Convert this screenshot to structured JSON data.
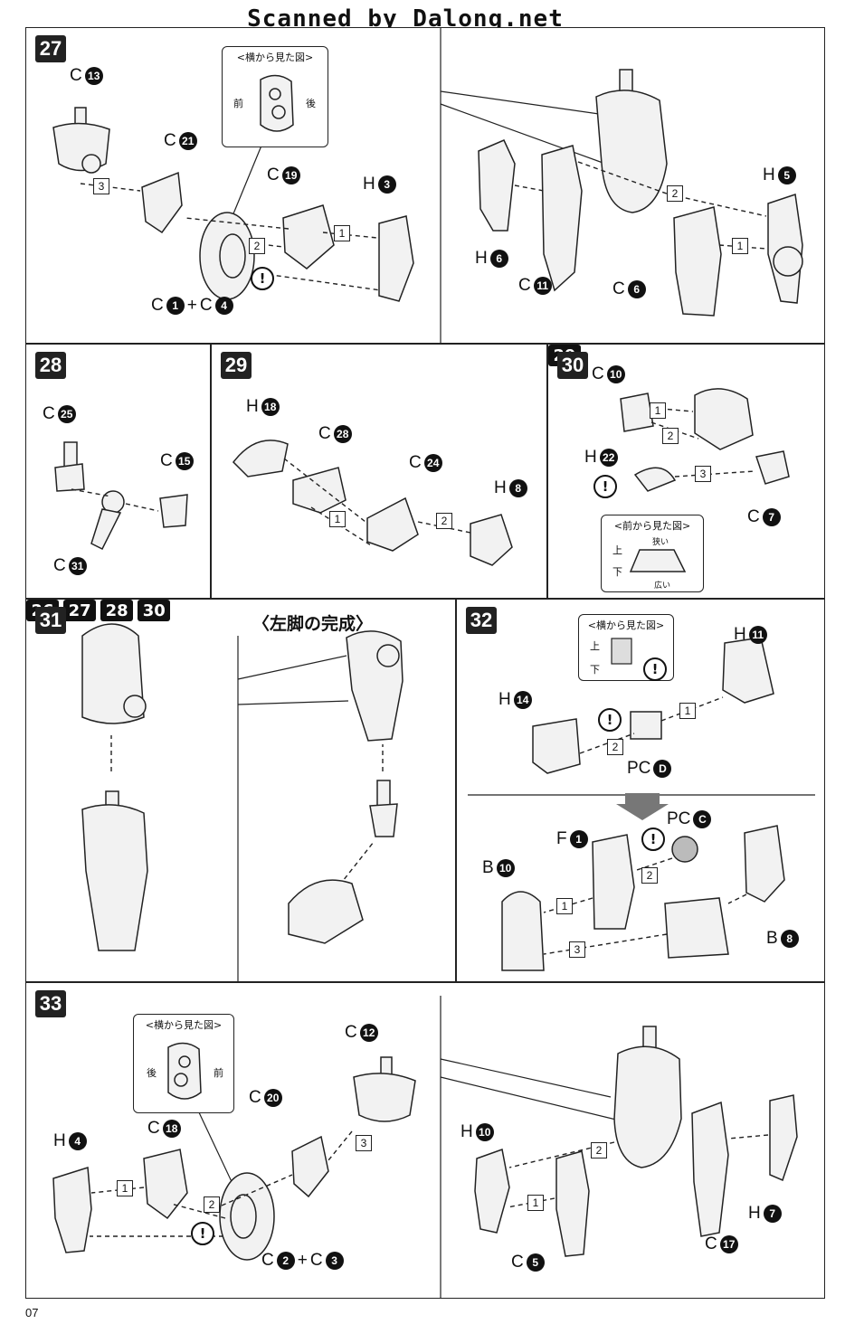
{
  "header": {
    "scan_credit": "Scanned by Dalong.net"
  },
  "page_number": "07",
  "insets": {
    "side_view": "<横から見た図>",
    "front_view": "<前から見た図>",
    "front": "前",
    "back": "後",
    "top": "上",
    "bottom": "下",
    "narrow": "狭い",
    "wide": "広い"
  },
  "steps": [
    {
      "id": "27",
      "labels": [
        {
          "runner": "C",
          "num": "13"
        },
        {
          "runner": "C",
          "num": "21"
        },
        {
          "runner": "C",
          "num": "19"
        },
        {
          "runner": "H",
          "num": "3"
        },
        {
          "runner": "C",
          "num": "1",
          "plus": "+",
          "runner2": "C",
          "num2": "4"
        },
        {
          "runner": "H",
          "num": "6"
        },
        {
          "runner": "C",
          "num": "11"
        },
        {
          "runner": "C",
          "num": "6"
        },
        {
          "runner": "H",
          "num": "5"
        }
      ],
      "order": [
        "1",
        "2",
        "3",
        "2",
        "1"
      ]
    },
    {
      "id": "28",
      "labels": [
        {
          "runner": "C",
          "num": "25"
        },
        {
          "runner": "C",
          "num": "15"
        },
        {
          "runner": "C",
          "num": "31"
        }
      ]
    },
    {
      "id": "29",
      "labels": [
        {
          "runner": "H",
          "num": "18"
        },
        {
          "runner": "C",
          "num": "28"
        },
        {
          "runner": "C",
          "num": "24"
        },
        {
          "runner": "H",
          "num": "8"
        }
      ],
      "order": [
        "1",
        "2"
      ]
    },
    {
      "id": "30",
      "labels": [
        {
          "runner": "C",
          "num": "10"
        },
        {
          "runner": "H",
          "num": "22"
        },
        {
          "runner": "C",
          "num": "7"
        }
      ],
      "refs": [
        "29"
      ],
      "order": [
        "1",
        "2",
        "3"
      ]
    },
    {
      "id": "31",
      "refs": [
        "26",
        "27",
        "28",
        "30"
      ],
      "heading": "〈左脚の完成〉"
    },
    {
      "id": "32",
      "labels": [
        {
          "runner": "H",
          "num": "11"
        },
        {
          "runner": "H",
          "num": "14"
        },
        {
          "runner": "PC",
          "num": "D"
        },
        {
          "runner": "PC",
          "num": "C"
        },
        {
          "runner": "F",
          "num": "1"
        },
        {
          "runner": "B",
          "num": "10"
        },
        {
          "runner": "B",
          "num": "8"
        }
      ],
      "order": [
        "1",
        "2",
        "1",
        "2",
        "3"
      ]
    },
    {
      "id": "33",
      "labels": [
        {
          "runner": "C",
          "num": "12"
        },
        {
          "runner": "C",
          "num": "20"
        },
        {
          "runner": "C",
          "num": "18"
        },
        {
          "runner": "H",
          "num": "4"
        },
        {
          "runner": "C",
          "num": "2",
          "plus": "+",
          "runner2": "C",
          "num2": "3"
        },
        {
          "runner": "H",
          "num": "10"
        },
        {
          "runner": "C",
          "num": "5"
        },
        {
          "runner": "C",
          "num": "17"
        },
        {
          "runner": "H",
          "num": "7"
        }
      ],
      "order": [
        "3",
        "1",
        "2",
        "2",
        "1"
      ]
    }
  ],
  "warning_symbol": "!"
}
